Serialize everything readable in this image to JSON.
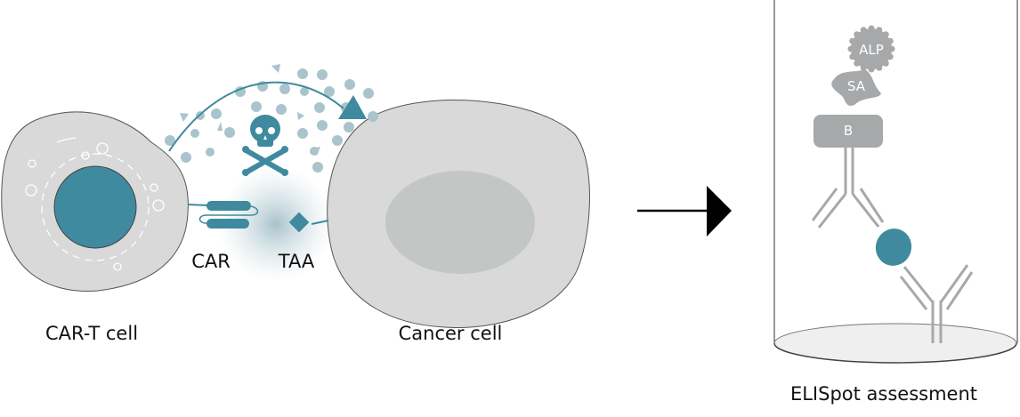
{
  "labels": {
    "car_t_cell": "CAR-T cell",
    "cancer_cell": "Cancer cell",
    "car": "CAR",
    "taa": "TAA",
    "elispot": "ELISpot assessment",
    "alp": "ALP",
    "sa": "SA",
    "b": "B"
  },
  "colors": {
    "teal": "#3f8a9e",
    "particle": "#a9c4cc",
    "cell_fill": "#d9d9d9",
    "cancer_nucleus": "#c2c6c5",
    "gray_molecule": "#a7a8aa"
  }
}
